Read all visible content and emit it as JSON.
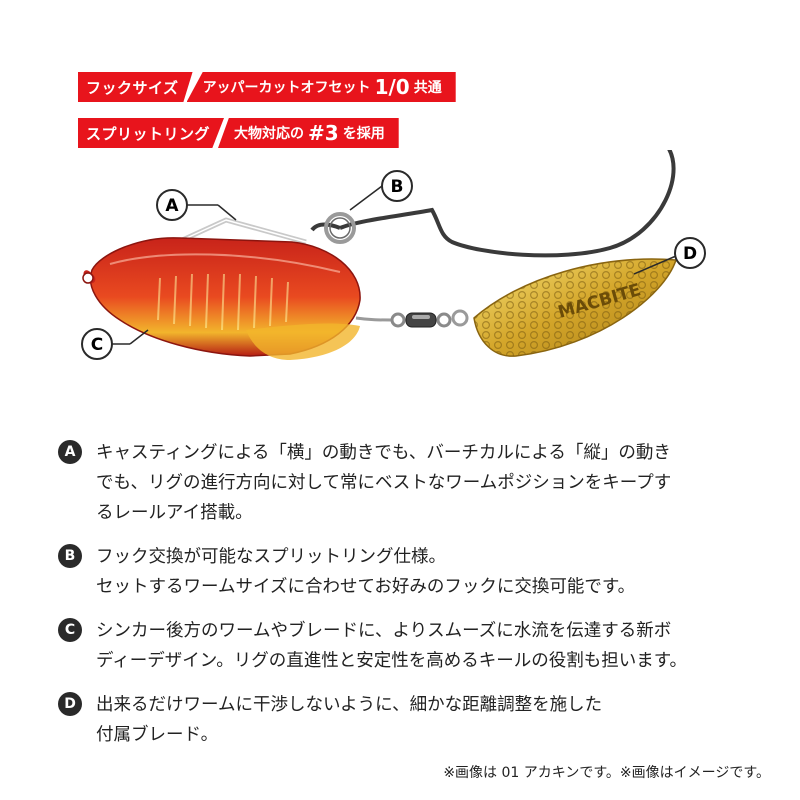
{
  "specs": [
    {
      "tag": "フックサイズ",
      "value_prefix": "アッパーカットオフセット",
      "value_big": "1/0",
      "value_suffix": "共通"
    },
    {
      "tag": "スプリットリング",
      "value_prefix": "大物対応の",
      "value_big": "#3",
      "value_suffix": "を採用"
    }
  ],
  "diagram": {
    "callouts": {
      "a": "A",
      "b": "B",
      "c": "C",
      "d": "D"
    },
    "blade_text": "MACBITE",
    "colors": {
      "body": "#d9301f",
      "body_gold": "#f0b82c",
      "blade": "#d9b733",
      "hook": "#3a3a3a"
    }
  },
  "items": [
    {
      "letter": "A",
      "lines": [
        "キャスティングによる「横」の動きでも、バーチカルによる「縦」の動き",
        "でも、リグの進行方向に対して常にベストなワームポジションをキープす",
        "るレールアイ搭載。"
      ]
    },
    {
      "letter": "B",
      "lines": [
        "フック交換が可能なスプリットリング仕様。",
        "セットするワームサイズに合わせてお好みのフックに交換可能です。"
      ]
    },
    {
      "letter": "C",
      "lines": [
        "シンカー後方のワームやブレードに、よりスムーズに水流を伝達する新ボ",
        "ディーデザイン。リグの直進性と安定性を高めるキールの役割も担います。"
      ]
    },
    {
      "letter": "D",
      "lines": [
        "出来るだけワームに干渉しないように、細かな距離調整を施した",
        "付属ブレード。"
      ]
    }
  ],
  "footnote": "※画像は 01 アカキンです。※画像はイメージです。"
}
